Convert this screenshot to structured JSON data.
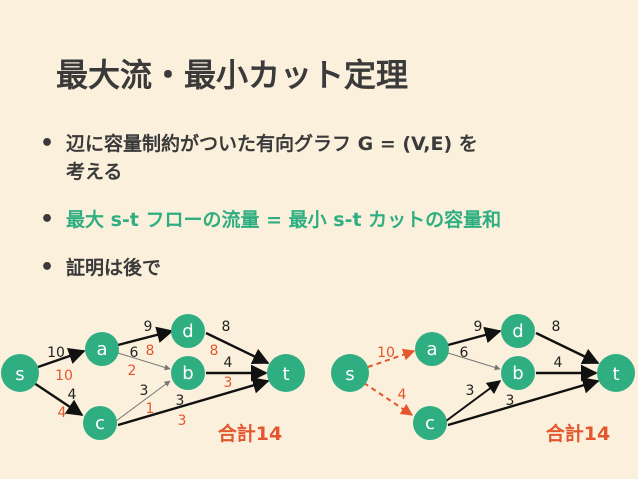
{
  "title": "最大流・最小カット定理",
  "bullets": [
    {
      "text": "辺に容量制約がついた有向グラフ G = (V,E) を考える",
      "line1": "辺に容量制約がついた有向グラフ G = (V,E) を",
      "line2": "考える"
    },
    {
      "text": "最大 s-t フローの流量 = 最小 s-t カットの容量和"
    },
    {
      "text": "証明は後で"
    }
  ],
  "bullet_symbol": "•",
  "colors": {
    "node": "#2fae82",
    "accent": "#2fae82",
    "flow": "#e4572e",
    "text": "#3a3a3a",
    "background": "#fbf0dc"
  },
  "graphs": [
    {
      "id": "flow-graph",
      "nodes": {
        "s": "s",
        "a": "a",
        "b": "b",
        "c": "c",
        "d": "d",
        "t": "t"
      },
      "capacities": {
        "sa": "10",
        "sc": "4",
        "ad": "9",
        "ab": "6",
        "cb": "3",
        "dt": "8",
        "bt": "4",
        "ct": "3"
      },
      "flows": {
        "sa": "10",
        "sc": "4",
        "ad": "8",
        "ab": "2",
        "cb": "1",
        "dt": "8",
        "bt": "3",
        "ct": "3"
      },
      "total": "合計14"
    },
    {
      "id": "cut-graph",
      "nodes": {
        "s": "s",
        "a": "a",
        "b": "b",
        "c": "c",
        "d": "d",
        "t": "t"
      },
      "capacities": {
        "sa": "10",
        "sc": "4",
        "ad": "9",
        "ab": "6",
        "cb": "3",
        "dt": "8",
        "bt": "4",
        "ct": "3"
      },
      "total": "合計14"
    }
  ]
}
